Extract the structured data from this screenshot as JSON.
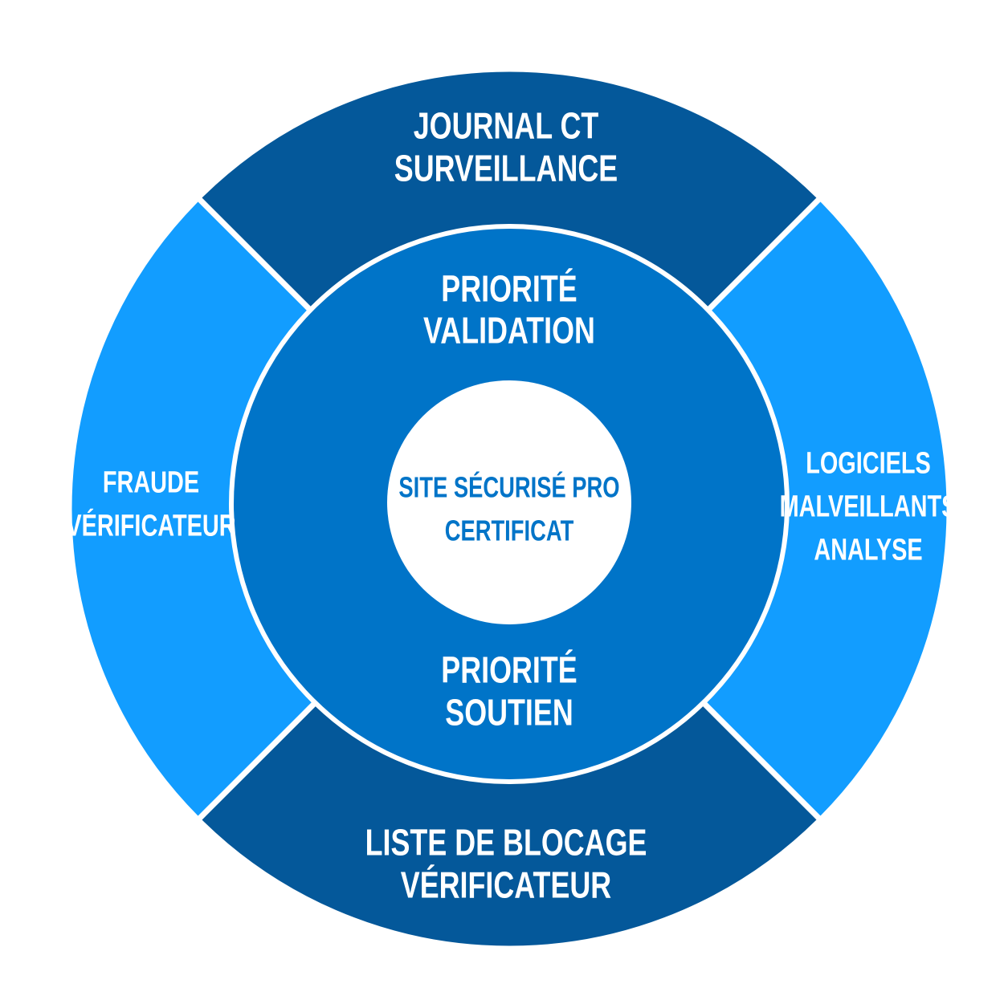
{
  "colors": {
    "outer_dark": "#04589a",
    "outer_light": "#129dff",
    "inner": "#0074c8",
    "center": "#ffffff"
  },
  "outer": {
    "top": [
      "JOURNAL CT",
      "SURVEILLANCE"
    ],
    "right": [
      "LOGICIELS",
      "MALVEILLANTS",
      "ANALYSE"
    ],
    "bottom": [
      "LISTE DE BLOCAGE",
      "VÉRIFICATEUR"
    ],
    "left": [
      "FRAUDE",
      "VÉRIFICATEUR"
    ]
  },
  "inner": {
    "top": [
      "PRIORITÉ",
      "VALIDATION"
    ],
    "bottom": [
      "PRIORITÉ",
      "SOUTIEN"
    ]
  },
  "center": [
    "SITE SÉCURISÉ PRO",
    "CERTIFICAT"
  ]
}
